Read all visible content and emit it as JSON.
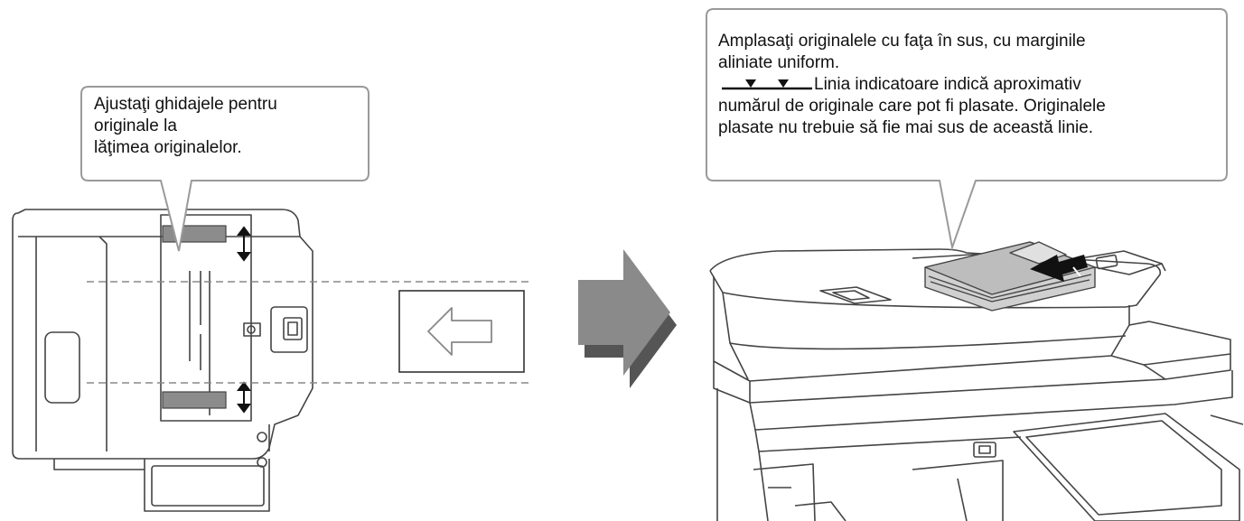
{
  "callout_left": {
    "lines": [
      "Ajustaţi ghidajele pentru",
      "originale la",
      "lăţimea originalelor."
    ]
  },
  "callout_right": {
    "line1": "Amplasaţi originalele cu faţa în sus, cu marginile",
    "line2": "aliniate uniform.",
    "line3": "Linia indicatoare indică aproximativ",
    "line4": "numărul de originale care pot fi plasate. Originalele",
    "line5": "plasate nu trebuie să fie mai sus de această linie."
  },
  "colors": {
    "outline": "#444444",
    "bubble_border": "#9a9a9a",
    "gray_fill": "#8c8c8c",
    "light_fill": "#d8d8d8",
    "arrow": "#7a7a7a"
  }
}
